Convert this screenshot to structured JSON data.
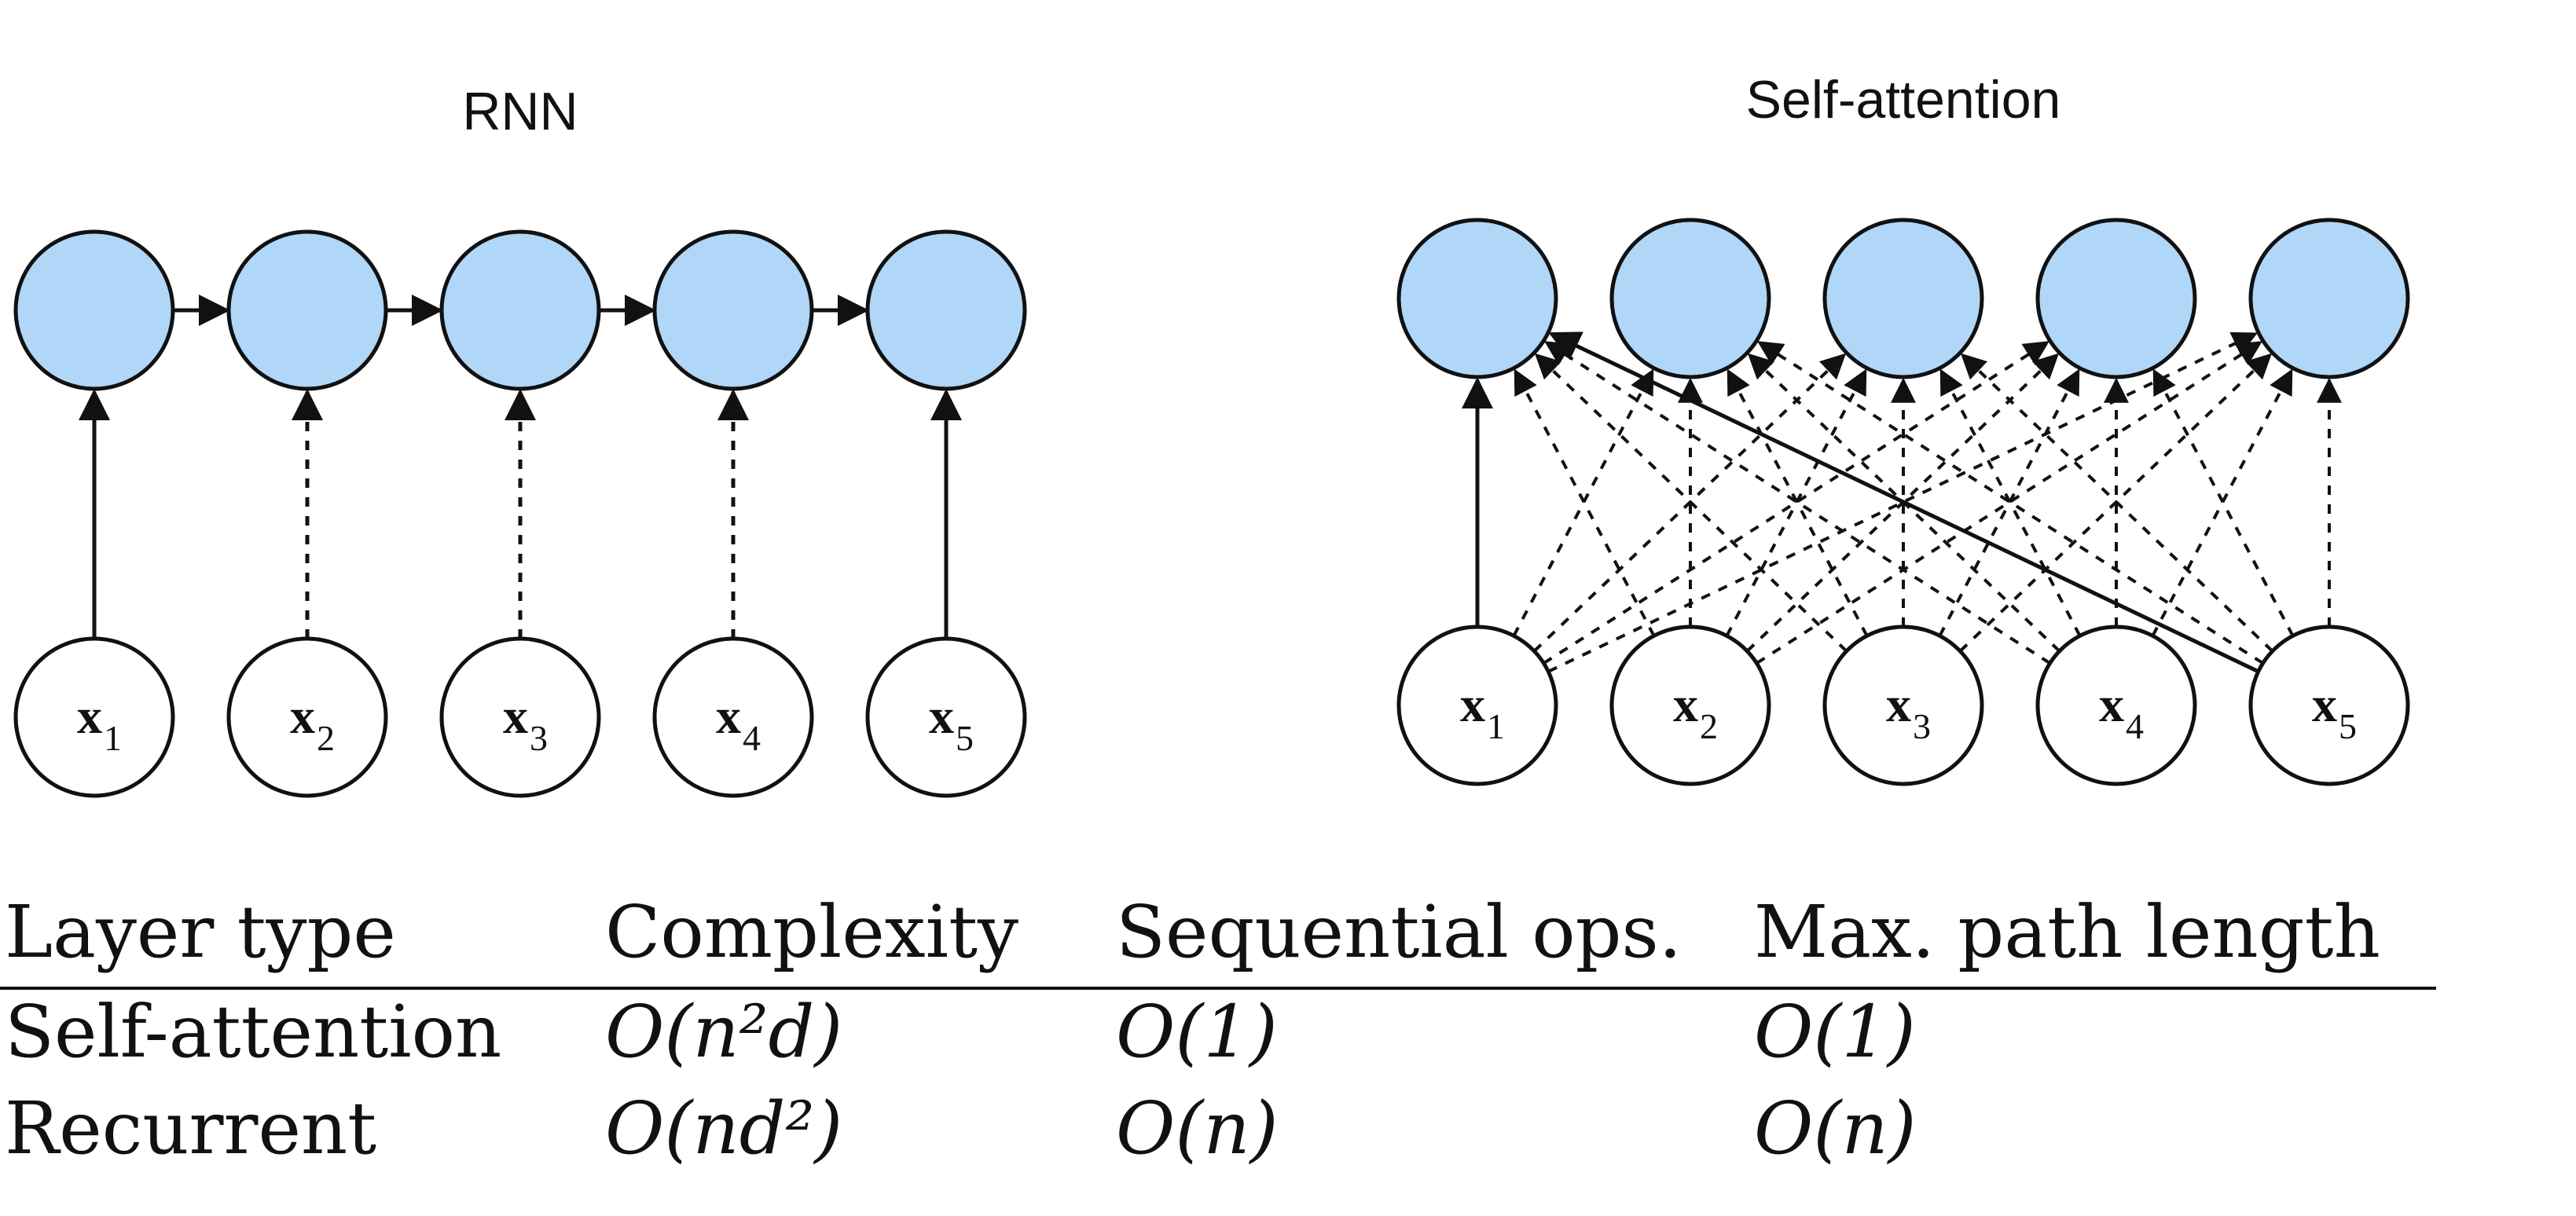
{
  "diagram": {
    "rnn": {
      "title": "RNN",
      "inputs": [
        "x1",
        "x2",
        "x3",
        "x4",
        "x5"
      ],
      "solid_input_links": [
        1,
        5
      ],
      "dotted_input_links": [
        2,
        3,
        4
      ]
    },
    "self_attention": {
      "title": "Self-attention",
      "inputs": [
        "x1",
        "x2",
        "x3",
        "x4",
        "x5"
      ],
      "highlight_solid_links": [
        [
          1,
          1
        ],
        [
          5,
          1
        ]
      ],
      "other_links": "dotted"
    },
    "colors": {
      "hidden_fill": "#B0D6F8",
      "stroke": "#111111",
      "input_fill": "#FFFFFF"
    }
  },
  "table": {
    "headers": [
      "Layer type",
      "Complexity",
      "Sequential ops.",
      "Max. path length"
    ],
    "rows": [
      {
        "layer": "Self-attention",
        "complexity": "O(n²d)",
        "sequential": "O(1)",
        "path": "O(1)"
      },
      {
        "layer": "Recurrent",
        "complexity": "O(nd²)",
        "sequential": "O(n)",
        "path": "O(n)"
      }
    ]
  }
}
